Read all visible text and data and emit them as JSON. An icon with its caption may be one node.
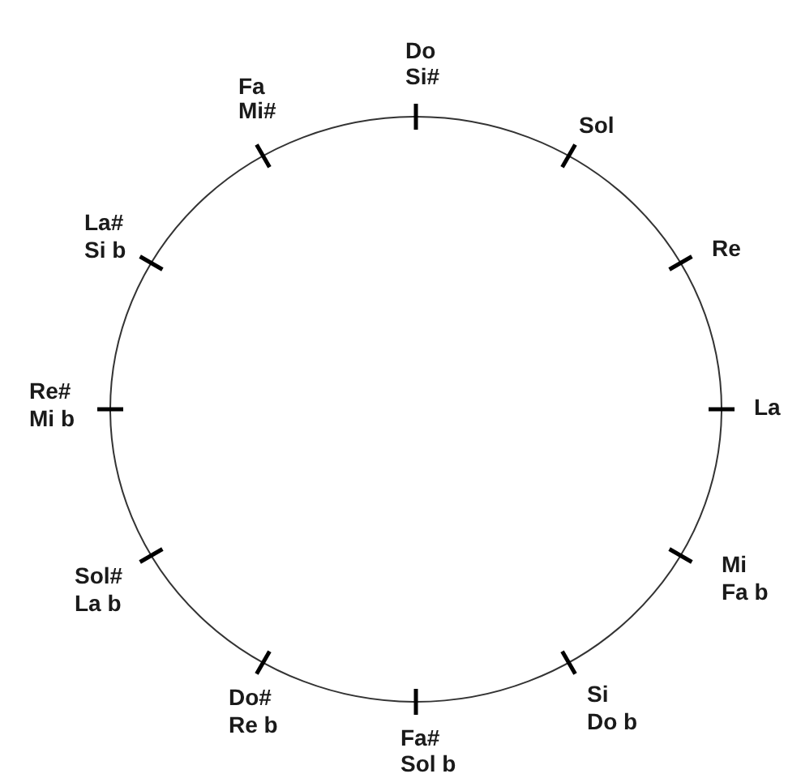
{
  "diagram": {
    "labels": [
      "Do",
      "Si#",
      "Sol",
      "Re",
      "La",
      "Mi",
      "Fa b",
      "Si",
      "Do b",
      "Fa#",
      "Sol b",
      "Do#",
      "Re b",
      "Sol#",
      "La b",
      "Re#",
      "Mi b",
      "La#",
      "Si b",
      "Fa",
      "Mi#"
    ]
  }
}
